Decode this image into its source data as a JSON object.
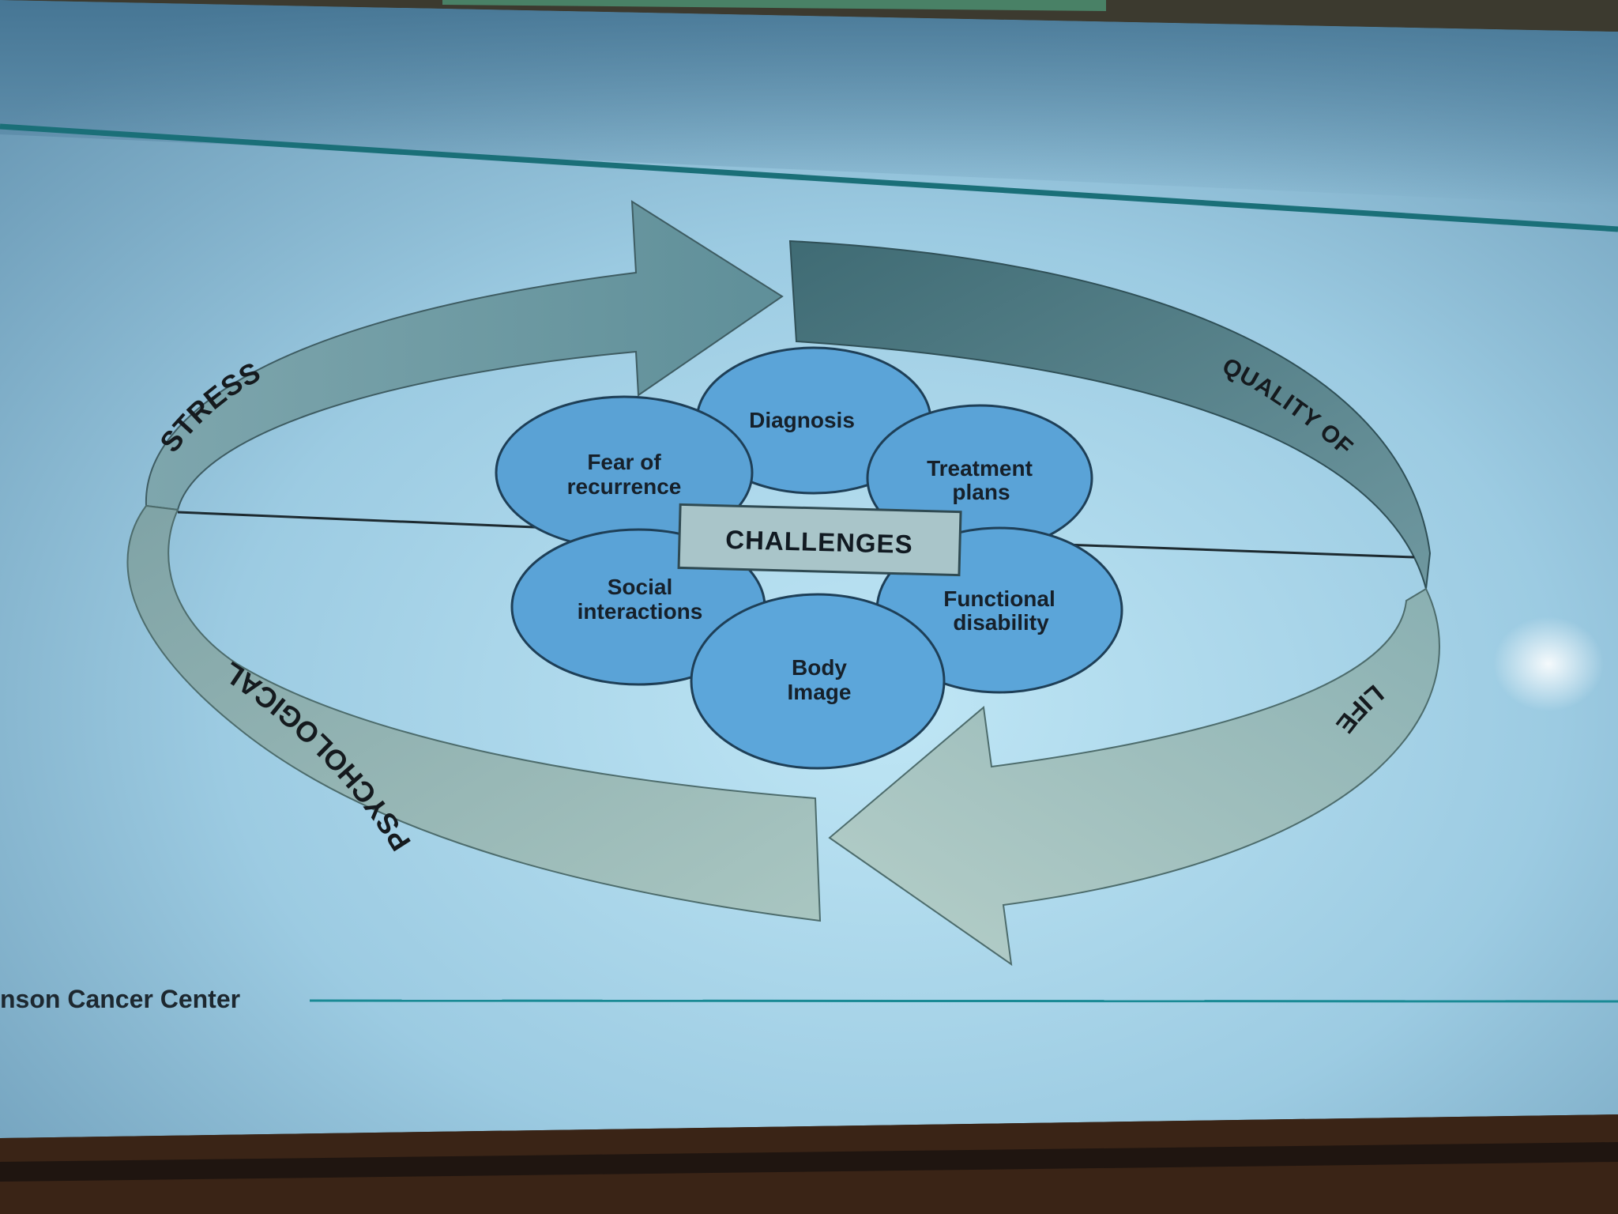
{
  "cycle_labels": {
    "stress": "STRESS",
    "quality_of": "QUALITY OF",
    "life": "LIFE",
    "psychological": "PSYCHOLOGICAL"
  },
  "center_label": "CHALLENGES",
  "bubbles": [
    {
      "line1": "Diagnosis",
      "line2": ""
    },
    {
      "line1": "Fear of",
      "line2": "recurrence"
    },
    {
      "line1": "Treatment",
      "line2": "plans"
    },
    {
      "line1": "Social",
      "line2": "interactions"
    },
    {
      "line1": "Functional",
      "line2": "disability"
    },
    {
      "line1": "Body",
      "line2": "Image"
    }
  ],
  "footer": {
    "text": "nson Cancer Center"
  },
  "colors": {
    "slide_bg": "#a9d4ea",
    "bubble_fill": "#5aa3d6",
    "center_box": "#a7c4c8",
    "arrow_light": "#9fc0c0",
    "arrow_dark": "#4f7c85",
    "accent_line": "#1a8a8c"
  }
}
